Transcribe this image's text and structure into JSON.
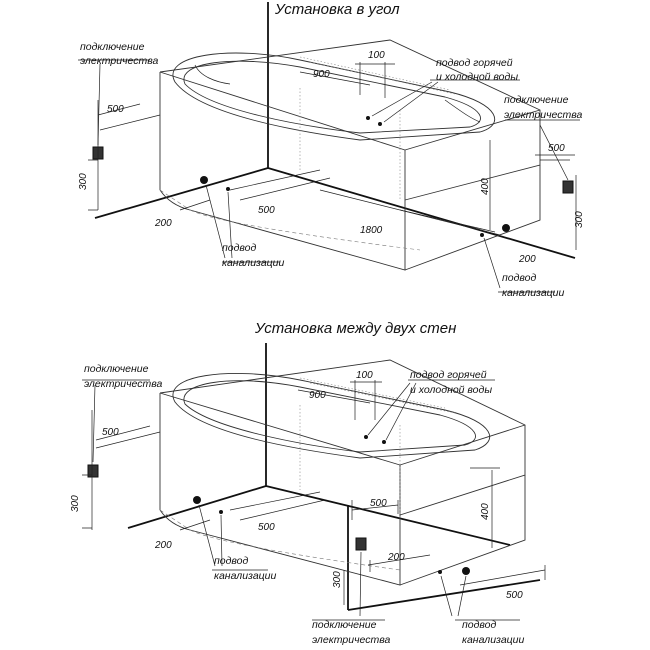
{
  "diagram_top": {
    "title": "Установка в угол",
    "label_electric_left": [
      "подключение",
      "электричества"
    ],
    "label_electric_right": [
      "подключение",
      "электричества"
    ],
    "label_water": [
      "подвод горячей",
      "и холодной воды"
    ],
    "label_drain_left": [
      "подвод",
      "канализации"
    ],
    "label_drain_right": [
      "подвод",
      "канализации"
    ],
    "dims": {
      "d100": "100",
      "d900": "900",
      "d500_left": "500",
      "d300_left": "300",
      "d500_right": "500",
      "d300_right": "300",
      "d400": "400",
      "d200_left": "200",
      "d500_floor": "500",
      "d1800": "1800",
      "d200_right": "200"
    }
  },
  "diagram_bottom": {
    "title": "Установка между двух стен",
    "label_electric_left": [
      "подключение",
      "электричества"
    ],
    "label_electric_bottom": [
      "подключение",
      "электричества"
    ],
    "label_water": [
      "подвод горячей",
      "и холодной воды"
    ],
    "label_drain_left": [
      "подвод",
      "канализации"
    ],
    "label_drain_right": [
      "подвод",
      "канализации"
    ],
    "dims": {
      "d100": "100",
      "d900": "900",
      "d500_left": "500",
      "d300_left": "300",
      "d400": "400",
      "d500_top": "500",
      "d200_left": "200",
      "d500_floor": "500",
      "d200_right": "200",
      "d300_bottom": "300",
      "d500_right": "500"
    }
  }
}
